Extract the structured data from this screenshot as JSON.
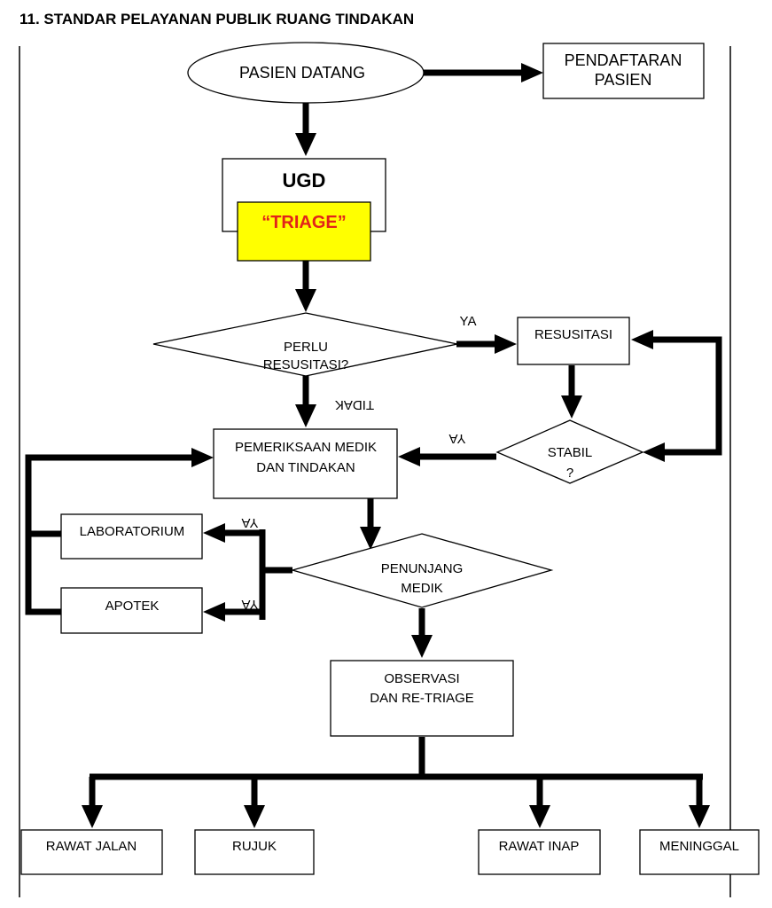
{
  "title": "11. STANDAR PELAYANAN PUBLIK RUANG TINDAKAN",
  "nodes": {
    "pasien_datang": "PASIEN DATANG",
    "pendaftaran": [
      "PENDAFTARAN",
      "PASIEN"
    ],
    "ugd": "UGD",
    "triage": "“TRIAGE”",
    "perlu_resusitasi": [
      "PERLU",
      "RESUSITASI?"
    ],
    "resusitasi": "RESUSITASI",
    "stabil": [
      "STABIL",
      "?"
    ],
    "pemeriksaan": [
      "PEMERIKSAAN MEDIK",
      "DAN  TINDAKAN"
    ],
    "penunjang": [
      "PENUNJANG",
      "MEDIK"
    ],
    "laboratorium": "LABORATORIUM",
    "apotek": "APOTEK",
    "observasi": [
      "OBSERVASI",
      "DAN RE-TRIAGE"
    ],
    "rawat_jalan": "RAWAT JALAN",
    "rujuk": "RUJUK",
    "rawat_inap": "RAWAT INAP",
    "meninggal": "MENINGGAL"
  },
  "edge_labels": {
    "ya": "YA",
    "tidak": "TIDAK"
  },
  "colors": {
    "triage_fill": "#ffff00",
    "triage_text": "#e2231a",
    "line": "#000000"
  }
}
